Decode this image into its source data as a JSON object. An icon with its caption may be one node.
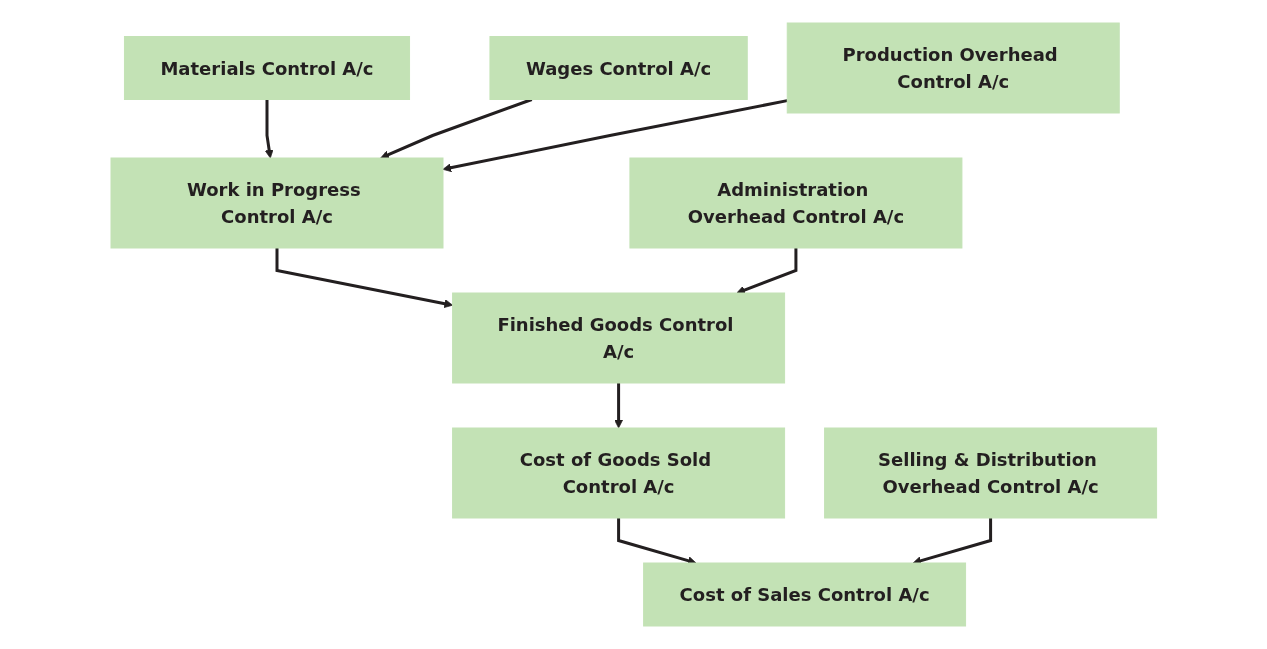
{
  "diagram": {
    "nodes": [
      {
        "text": [
          "Materials Control A/c"
        ]
      },
      {
        "text": [
          "Wages Control A/c"
        ]
      },
      {
        "text": [
          "Production Overhead Control A/c"
        ]
      },
      {
        "text": [
          "Work in Progress Control A/c"
        ]
      },
      {
        "text": [
          "Administration Overhead Control A/c"
        ]
      },
      {
        "text": [
          "Finished Goods Control A/c"
        ]
      },
      {
        "text": [
          "Cost of Goods Sold Control A/c"
        ]
      },
      {
        "text": [
          "Cost of Sales Control A/c"
        ]
      },
      {
        "text": [
          "Selling & Distribution Overhead Control A/c"
        ]
      }
    ],
    "edges": [
      {
        "from": 0,
        "to": 3,
        "arrow": "to"
      },
      {
        "from": 1,
        "to": 3,
        "arrow": "to"
      },
      {
        "from": 2,
        "to": 3,
        "arrow": "to"
      },
      {
        "from": 3,
        "to": 5,
        "arrow": "to"
      },
      {
        "from": 4,
        "to": 5,
        "arrow": "to"
      },
      {
        "from": 5,
        "to": 6,
        "arrow": "to"
      },
      {
        "from": 6,
        "to": 7,
        "arrow": "to"
      },
      {
        "from": 8,
        "to": 7,
        "arrow": "to"
      }
    ]
  }
}
